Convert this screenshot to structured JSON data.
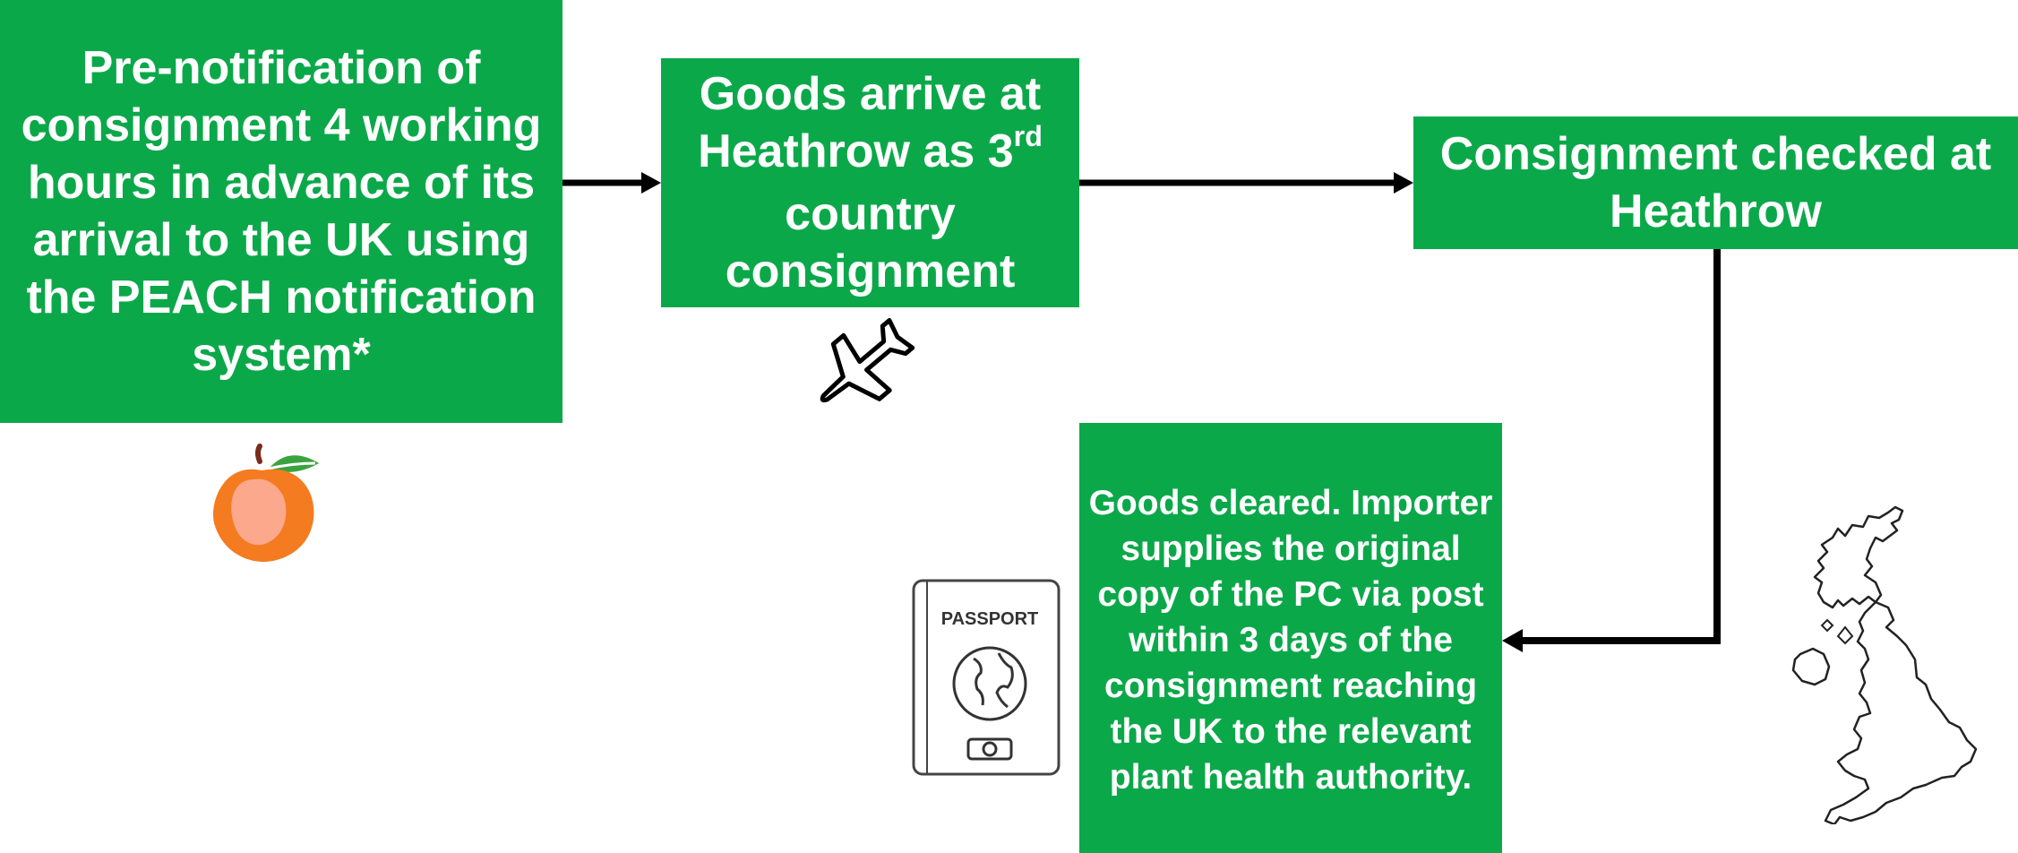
{
  "colors": {
    "box_fill": "#0ba84a",
    "box_text": "#ffffff",
    "arrow": "#000000"
  },
  "boxes": {
    "prenotification": "Pre-notification of consignment 4 working hours in advance of its arrival to the UK using the PEACH notification system*",
    "arrive_line1": "Goods arrive at",
    "arrive_line2_main": "Heathrow as 3",
    "arrive_line2_sup": "rd",
    "arrive_line3": "country consignment",
    "checked": "Consignment checked at Heathrow",
    "cleared": "Goods cleared. Importer supplies the original copy of the PC via post within 3 days of the consignment reaching the UK to the relevant plant health authority."
  },
  "icons": {
    "peach": "peach-icon",
    "plane": "airplane-icon",
    "passport": "passport-icon",
    "passport_label": "PASSPORT",
    "uk_map": "uk-map-icon"
  }
}
